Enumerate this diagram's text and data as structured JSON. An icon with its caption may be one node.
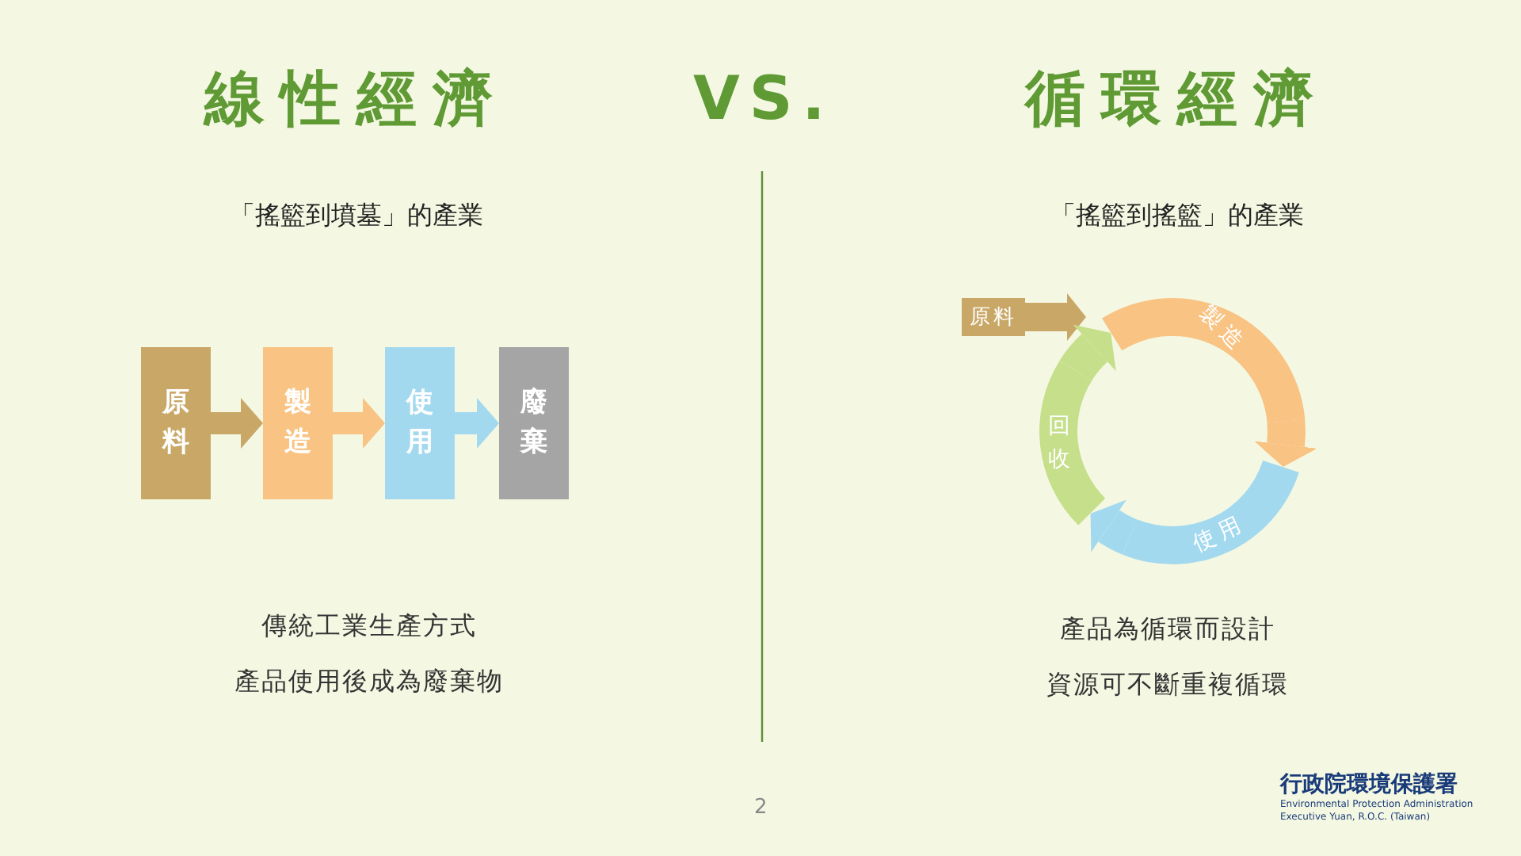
{
  "diagram": {
    "nodes": [
      {
        "text": [
          "原料"
        ]
      },
      {
        "text": [
          "製造"
        ]
      },
      {
        "text": [
          "使用"
        ]
      },
      {
        "text": [
          "廢棄"
        ]
      },
      {
        "text": [
          "原料"
        ]
      },
      {
        "text": [
          "製造"
        ]
      },
      {
        "text": [
          "使用"
        ]
      },
      {
        "text": [
          "回收"
        ]
      }
    ],
    "edges": [
      {
        "from": 0,
        "to": 1,
        "arrow": "to",
        "color": "#c9a867"
      },
      {
        "from": 1,
        "to": 2,
        "arrow": "to",
        "color": "#f8c383"
      },
      {
        "from": 2,
        "to": 3,
        "arrow": "to",
        "color": "#a3d9ef"
      },
      {
        "from": 4,
        "to": 5,
        "arrow": "to",
        "color": "#c9a867"
      },
      {
        "from": 5,
        "to": 6,
        "arrow": "to",
        "color": "#f8c383"
      },
      {
        "from": 6,
        "to": 7,
        "arrow": "to",
        "color": "#a3d9ef"
      },
      {
        "from": 7,
        "to": 5,
        "arrow": "to",
        "color": "#c6df8a"
      }
    ],
    "labels": [
      "線性經濟",
      "VS.",
      "循環經濟",
      "「搖籃到墳墓」的產業",
      "「搖籃到搖籃」的產業",
      "傳統工業生產方式",
      "產品使用後成為廢棄物",
      "產品為循環而設計",
      "資源可不斷重複循環",
      "2",
      "行政院環境保護署",
      "Environmental Protection Administration",
      "Executive Yuan, R.O.C. (Taiwan)"
    ]
  }
}
